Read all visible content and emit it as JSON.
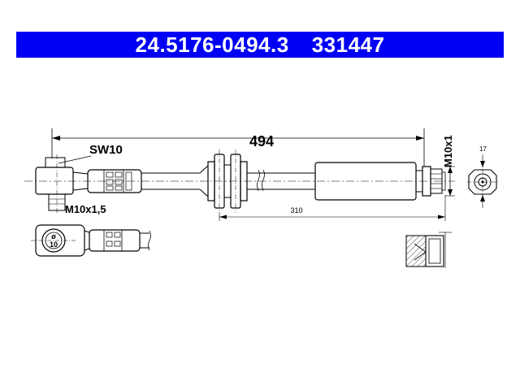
{
  "header": {
    "part_number": "24.5176-0494.3",
    "article_number": "331447",
    "background": "#0000f5",
    "text_color": "#ffffff"
  },
  "drawing": {
    "total_length": "494",
    "wrench_size": "SW10",
    "thread_left": "M10x1,5",
    "thread_right": "M10x1",
    "partial_length": "310",
    "hex_size": "17",
    "bore_symbol": "ø",
    "bore_value": "10"
  }
}
